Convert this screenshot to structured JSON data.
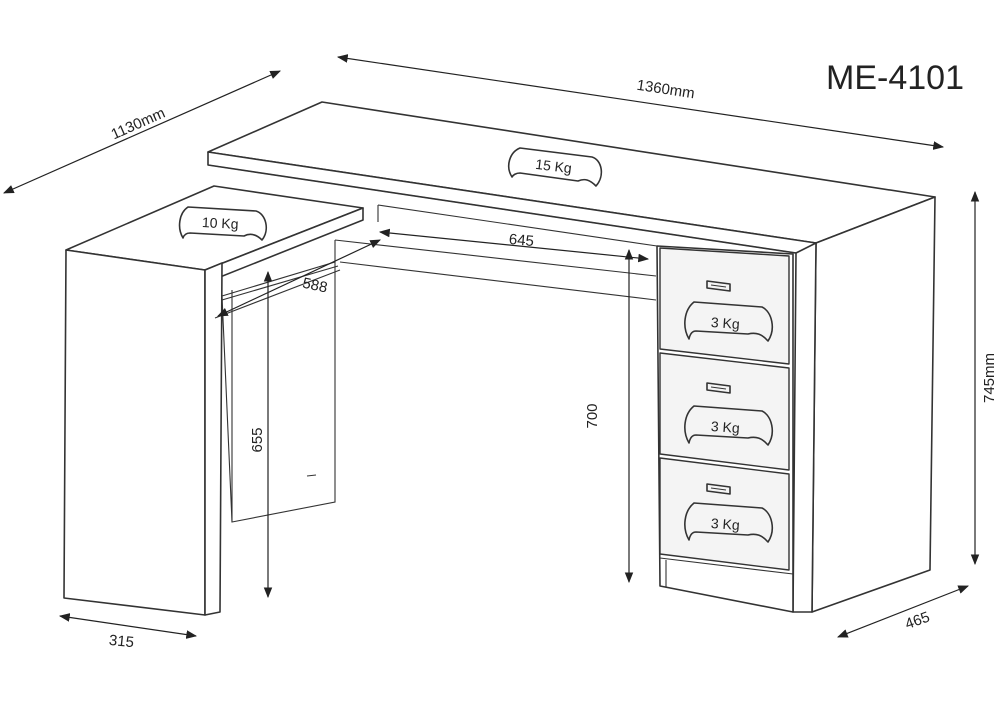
{
  "model": "ME-4101",
  "dimensions": {
    "width_total": "1360mm",
    "depth_total": "1130mm",
    "height_total": "745mm",
    "side_width": "315",
    "cabinet_depth": "465",
    "knee_width": "645",
    "return_depth": "588",
    "knee_height": "700",
    "return_height": "655"
  },
  "loads": {
    "top": "15 Kg",
    "return_top": "10 Kg",
    "drawer_1": "3 Kg",
    "drawer_2": "3 Kg",
    "drawer_3": "3 Kg"
  }
}
